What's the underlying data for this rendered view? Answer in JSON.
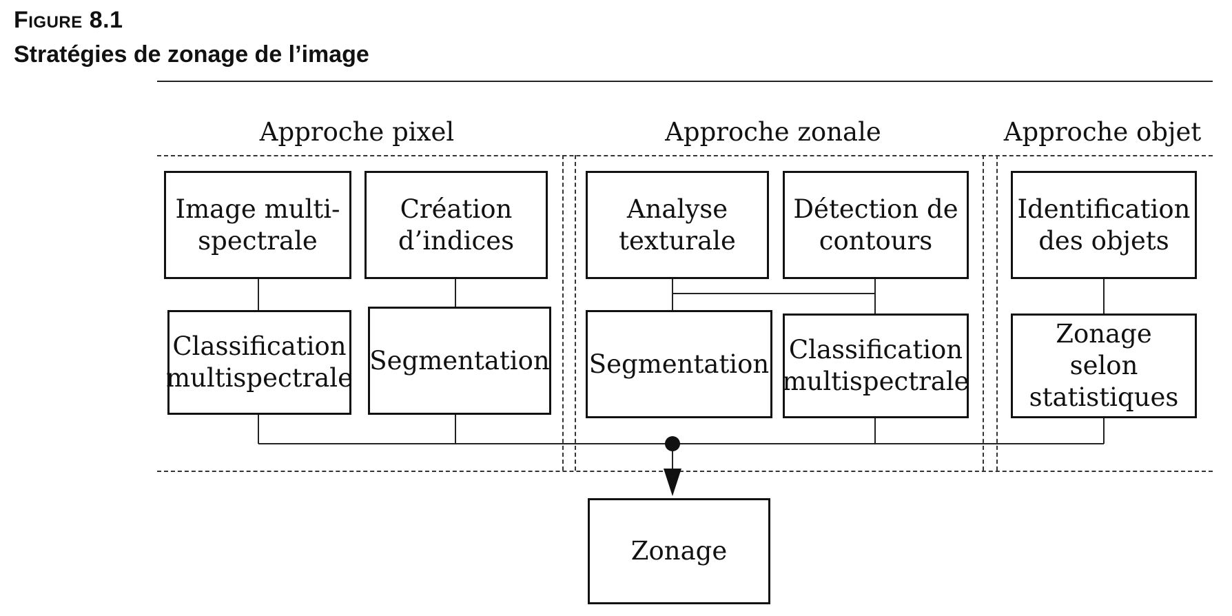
{
  "figure": {
    "label": "Figure 8.1",
    "title": "Stratégies de zonage de l’image"
  },
  "sections": {
    "pixel": "Approche  pixel",
    "zonal": "Approche zonale",
    "object": "Approche objet"
  },
  "boxes": {
    "image_multispectrale": "Image multi-\nspectrale",
    "creation_indices": "Création\nd’indices",
    "classification_pixel": "Classification\nmultispectrale",
    "segmentation_pixel": "Segmentation",
    "analyse_texturale": "Analyse\ntexturale",
    "detection_contours": "Détection de\ncontours",
    "segmentation_zonal": "Segmentation",
    "classification_zonal": "Classification\nmultispectrale",
    "identification_objets": "Identification\ndes objets",
    "zonage_statistiques": "Zonage\nselon\nstatistiques",
    "zonage": "Zonage"
  }
}
